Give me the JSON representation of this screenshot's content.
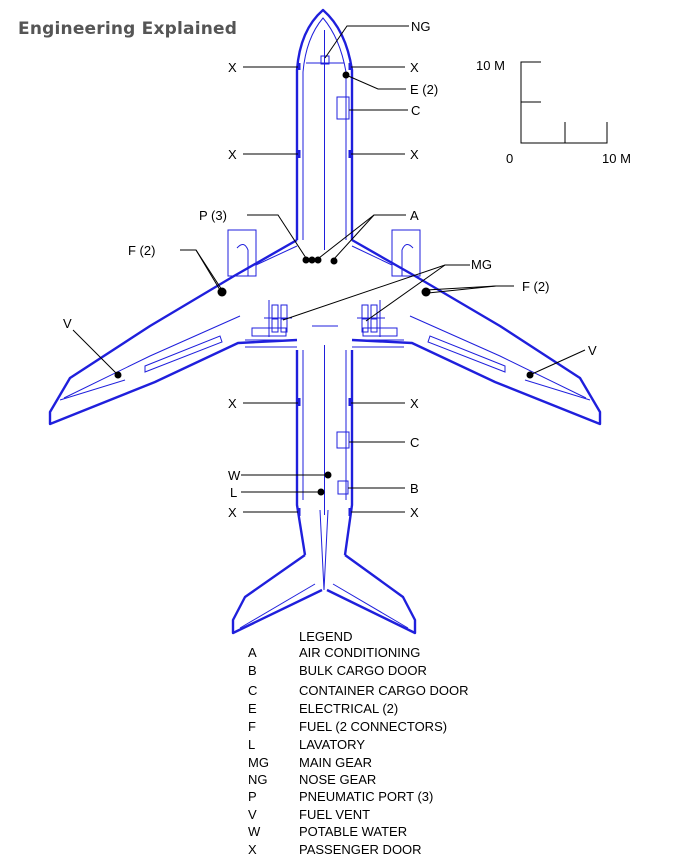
{
  "watermark": "Engineering Explained",
  "scale": {
    "top": "10 M",
    "zero": "0",
    "right": "10 M"
  },
  "callouts": {
    "ng": "NG",
    "x": "X",
    "e": "E (2)",
    "c": "C",
    "p": "P (3)",
    "a": "A",
    "mg": "MG",
    "f": "F (2)",
    "v": "V",
    "w": "W",
    "l": "L",
    "b": "B"
  },
  "legend": {
    "title": "LEGEND",
    "items": [
      {
        "code": "A",
        "desc": "AIR CONDITIONING"
      },
      {
        "code": "B",
        "desc": "BULK CARGO DOOR"
      },
      {
        "code": "C",
        "desc": "CONTAINER CARGO DOOR"
      },
      {
        "code": "E",
        "desc": "ELECTRICAL (2)"
      },
      {
        "code": "F",
        "desc": "FUEL (2 CONNECTORS)"
      },
      {
        "code": "L",
        "desc": "LAVATORY"
      },
      {
        "code": "MG",
        "desc": "MAIN GEAR"
      },
      {
        "code": "NG",
        "desc": "NOSE GEAR"
      },
      {
        "code": "P",
        "desc": "PNEUMATIC PORT (3)"
      },
      {
        "code": "V",
        "desc": "FUEL VENT"
      },
      {
        "code": "W",
        "desc": "POTABLE WATER"
      },
      {
        "code": "X",
        "desc": "PASSENGER DOOR"
      }
    ]
  },
  "colors": {
    "aircraft": "#1f1fdc",
    "leader": "#000000",
    "watermark": "#555555"
  }
}
